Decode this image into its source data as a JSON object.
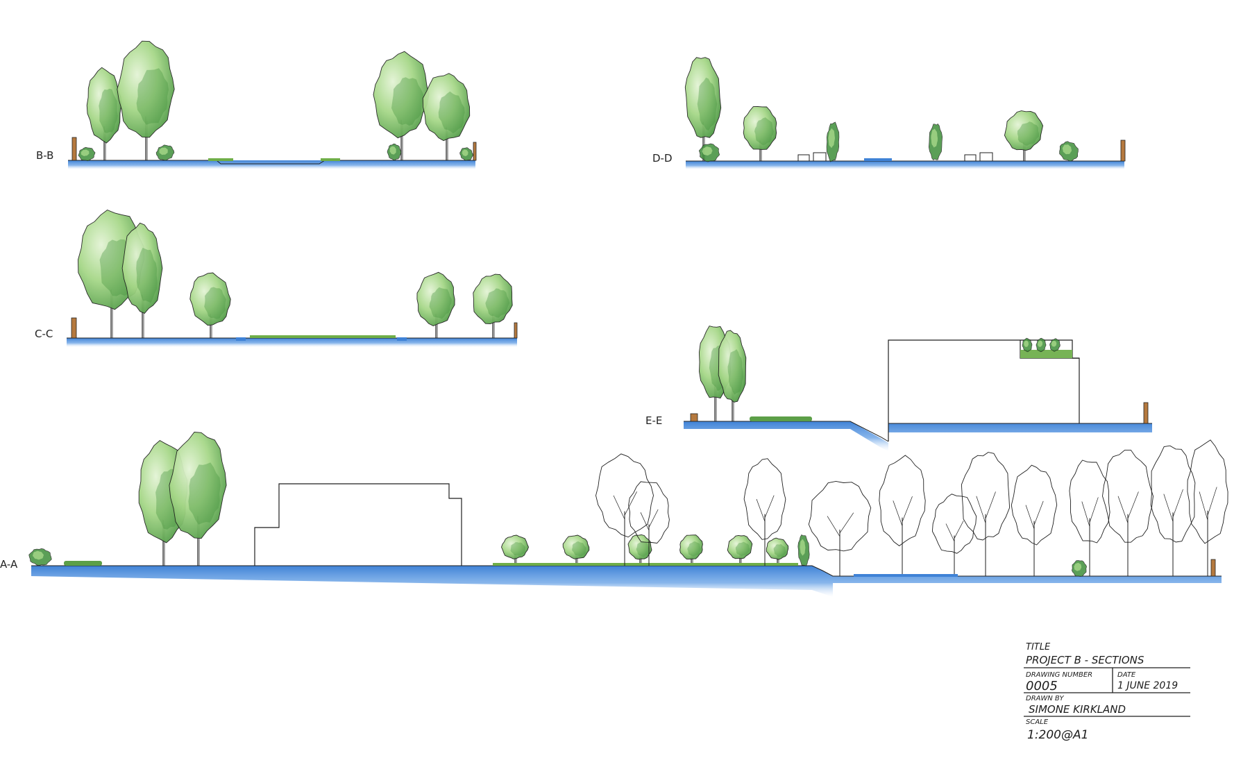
{
  "sections": [
    {
      "id": "bb",
      "label": "B-B"
    },
    {
      "id": "dd",
      "label": "D-D"
    },
    {
      "id": "cc",
      "label": "C-C"
    },
    {
      "id": "ee",
      "label": "E-E"
    },
    {
      "id": "aa",
      "label": "A-A"
    }
  ],
  "title_block": {
    "title_heading": "TITLE",
    "title": "PROJECT B - SECTIONS",
    "drawing_number_heading": "DRAWING NUMBER",
    "drawing_number": "0005",
    "date_heading": "DATE",
    "date": "1 JUNE 2019",
    "drawn_by_heading": "DRAWN BY",
    "drawn_by": "SIMONE KIRKLAND",
    "scale_heading": "SCALE",
    "scale": "1:200@A1"
  },
  "colors": {
    "ground_blue": "#3f82d6",
    "ground_blue_light": "#9cc3ee",
    "foliage_dark": "#3f8f3a",
    "foliage_light": "#a7d889",
    "timber": "#b5793e",
    "ink": "#1e1e1e"
  },
  "icons": {
    "tree_coloured": "watercolour-tree-icon",
    "tree_outline": "outline-tree-icon",
    "shrub": "shrub-icon",
    "post": "timber-post-icon",
    "bench": "bench-icon"
  }
}
